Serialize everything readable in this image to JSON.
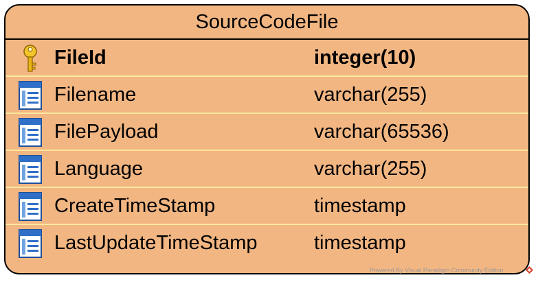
{
  "entity": {
    "title": "SourceCodeFile",
    "columns": [
      {
        "name": "FileId",
        "type": "integer(10)",
        "primary_key": true,
        "icon": "key-icon"
      },
      {
        "name": "Filename",
        "type": "varchar(255)",
        "primary_key": false,
        "icon": "column-icon"
      },
      {
        "name": "FilePayload",
        "type": "varchar(65536)",
        "primary_key": false,
        "icon": "column-icon"
      },
      {
        "name": "Language",
        "type": "varchar(255)",
        "primary_key": false,
        "icon": "column-icon"
      },
      {
        "name": "CreateTimeStamp",
        "type": "timestamp",
        "primary_key": false,
        "icon": "column-icon"
      },
      {
        "name": "LastUpdateTimeStamp",
        "type": "timestamp",
        "primary_key": false,
        "icon": "column-icon"
      }
    ]
  },
  "watermark": {
    "text": "Powered By  Visual Paradigm Community Edition"
  },
  "colors": {
    "entity_fill": "#f2b682",
    "row_separator": "#fde8a0",
    "border": "#000000",
    "key_gold": "#e8b417",
    "column_icon_blue": "#2f6fc7"
  }
}
